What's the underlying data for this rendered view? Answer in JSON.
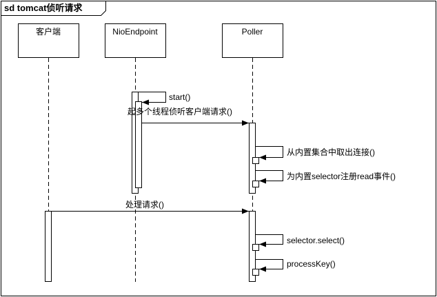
{
  "frame": {
    "title": "sd tomcat侦听请求"
  },
  "lifelines": [
    {
      "name": "客户端"
    },
    {
      "name": "NioEndpoint"
    },
    {
      "name": "Poller"
    }
  ],
  "messages": [
    {
      "label": "start()"
    },
    {
      "label": "起多个线程侦听客户端请求()"
    },
    {
      "label": "从内置集合中取出连接()"
    },
    {
      "label": "为内置selector注册read事件()"
    },
    {
      "label": "处理请求()"
    },
    {
      "label": "selector.select()"
    },
    {
      "label": "processKey()"
    }
  ]
}
